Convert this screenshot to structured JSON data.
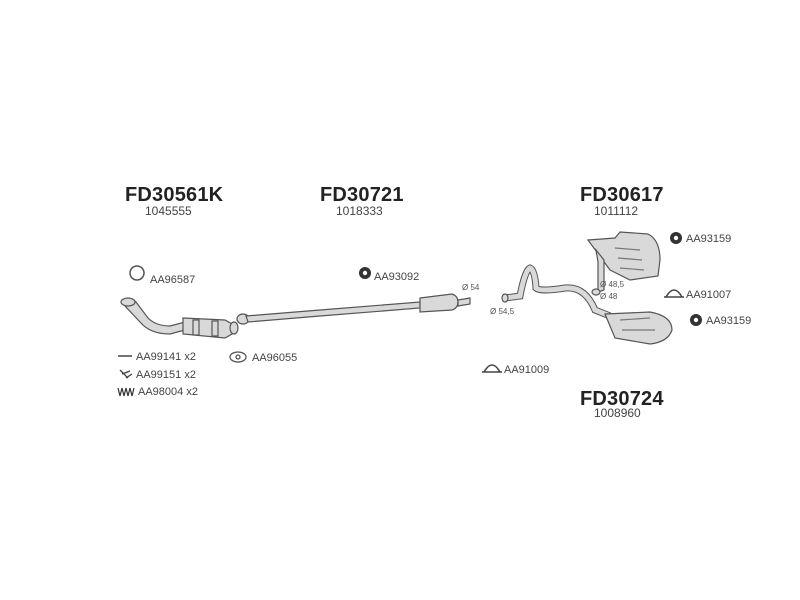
{
  "assemblies": [
    {
      "code": "FD30561K",
      "ref": "1045555"
    },
    {
      "code": "FD30721",
      "ref": "1018333"
    },
    {
      "code": "FD30617",
      "ref": "1011112"
    },
    {
      "code": "FD30724",
      "ref": "1008960"
    }
  ],
  "accessories": [
    {
      "label": "AA96587",
      "icon": "ring-gasket-icon"
    },
    {
      "label": "AA99141 x2",
      "icon": "bolt-icon"
    },
    {
      "label": "AA99151 x2",
      "icon": "spring-bolt-icon"
    },
    {
      "label": "AA98004 x2",
      "icon": "spring-icon"
    },
    {
      "label": "AA96055",
      "icon": "flange-gasket-icon"
    },
    {
      "label": "AA93092",
      "icon": "rubber-hanger-icon"
    },
    {
      "label": "AA91009",
      "icon": "clamp-icon"
    },
    {
      "label": "AA93159",
      "icon": "rubber-hanger-icon"
    },
    {
      "label": "AA91007",
      "icon": "clamp-icon"
    },
    {
      "label": "AA93159",
      "icon": "rubber-hanger-icon"
    }
  ],
  "dimensions": [
    "Ø 54",
    "Ø 54,5",
    "Ø 48,5",
    "Ø 48"
  ],
  "colors": {
    "part_fill": "#d9d9d9",
    "part_stroke": "#555555",
    "hanger": "#333333",
    "text": "#222222"
  }
}
